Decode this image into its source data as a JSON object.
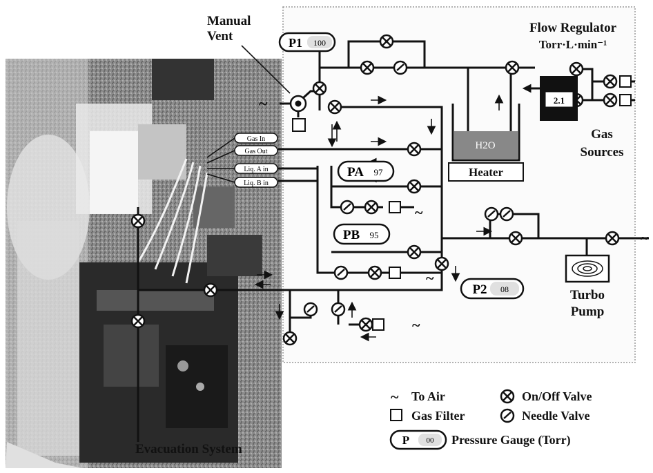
{
  "labels": {
    "manual_vent": [
      "Manual",
      "Vent"
    ],
    "flow_regulator": [
      "Flow Regulator",
      "Torr·L·min⁻¹"
    ],
    "flow_regulator_value": "2.1",
    "gas_sources": [
      "Gas",
      "Sources"
    ],
    "heater": "Heater",
    "water": "H2O",
    "turbo_pump": [
      "Turbo",
      "Pump"
    ],
    "evacuation_system": "Evacuation System",
    "to_air_symbol": "~"
  },
  "gauges": {
    "p1": {
      "name": "P1",
      "value": "100"
    },
    "pa": {
      "name": "PA",
      "value": "97"
    },
    "pb": {
      "name": "PB",
      "value": "95"
    },
    "p2": {
      "name": "P2",
      "value": "08"
    }
  },
  "ports": [
    "Gas In",
    "Gas Out",
    "Liq. A in",
    "Liq. B in"
  ],
  "legend": {
    "to_air": "To Air",
    "on_off_valve": "On/Off Valve",
    "gas_filter": "Gas Filter",
    "needle_valve": "Needle Valve",
    "pressure_gauge": "Pressure Gauge (Torr)",
    "gauge_symbol_name": "P",
    "gauge_symbol_value": "00"
  }
}
